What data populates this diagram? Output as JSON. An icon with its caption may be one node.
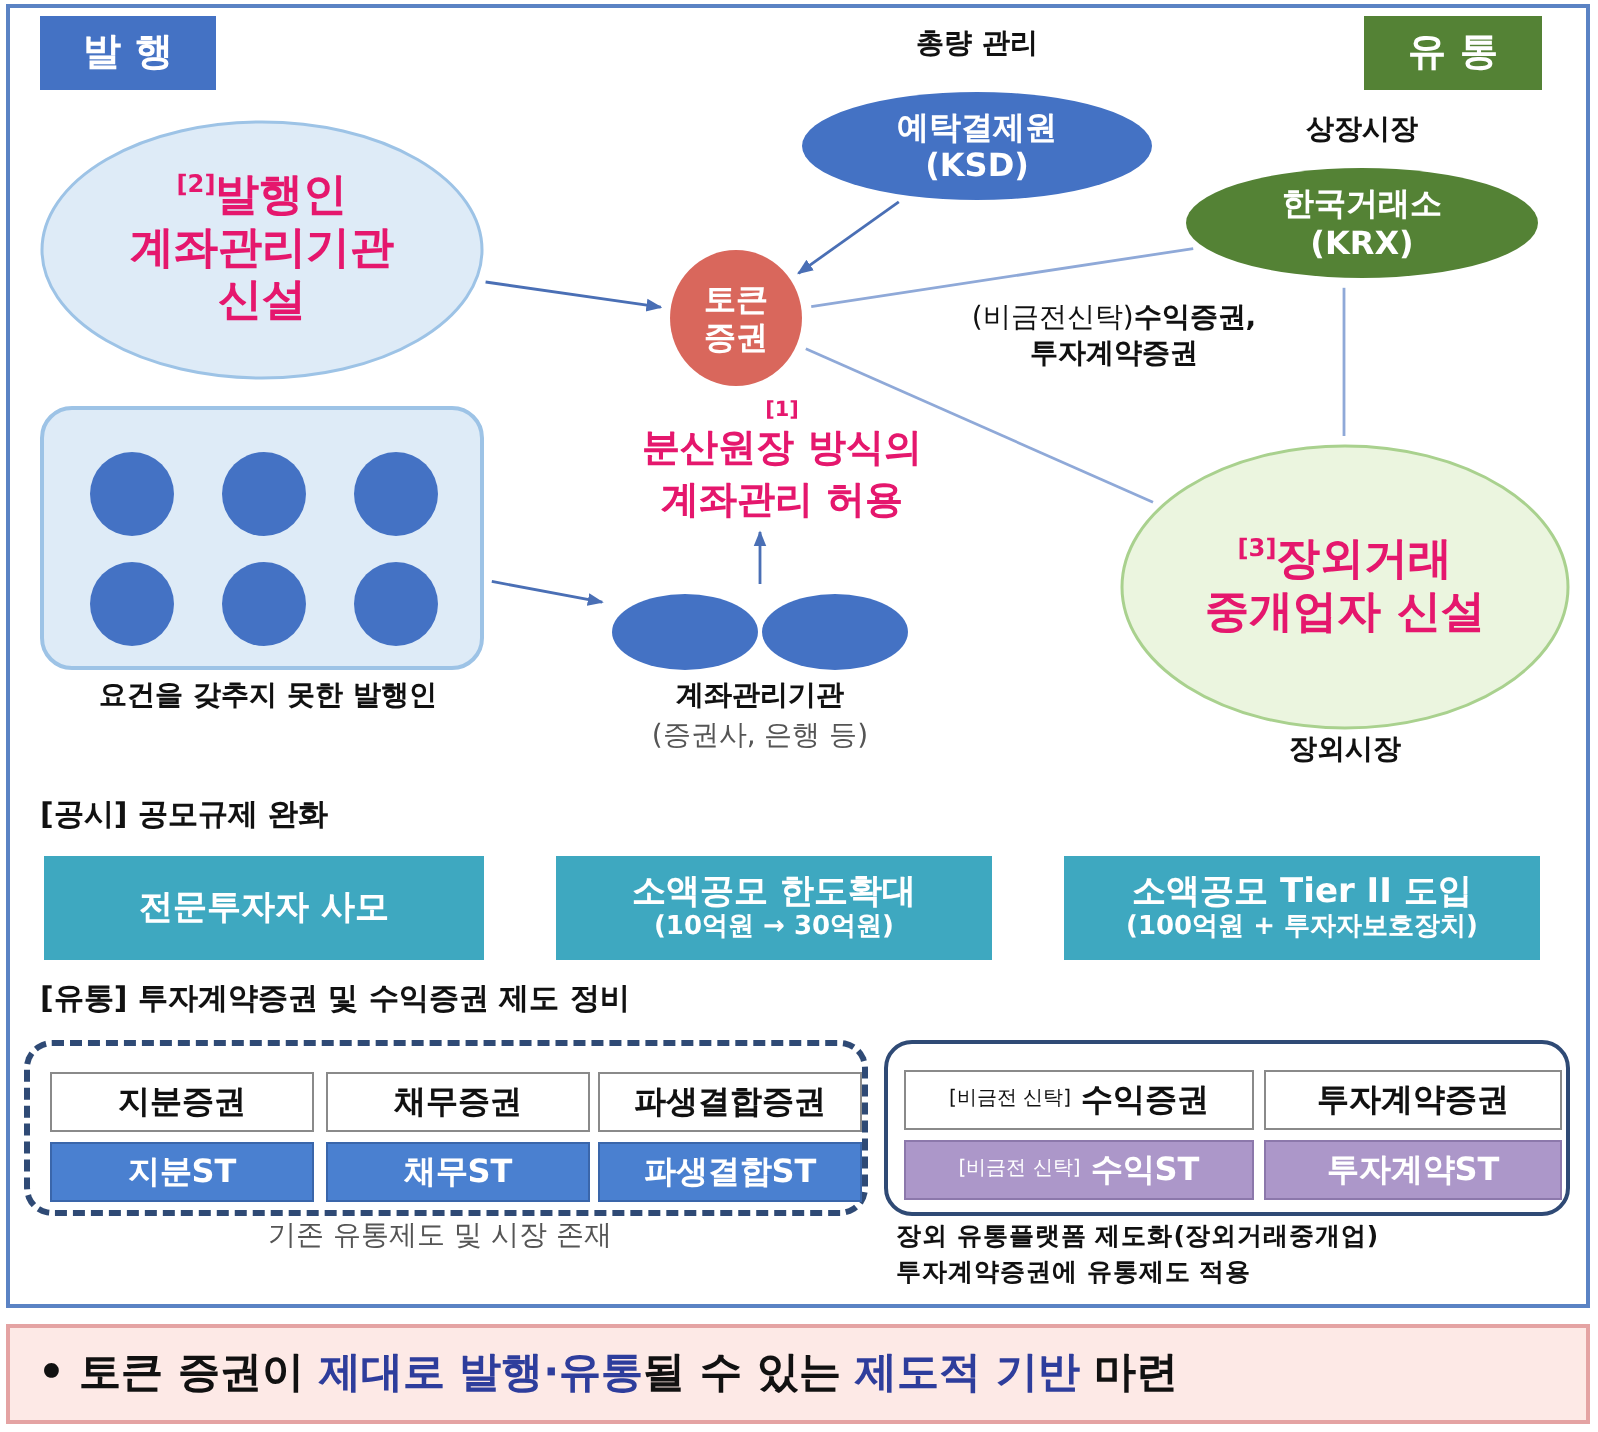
{
  "diagram": {
    "nodes": [
      {
        "text": [
          "발 행"
        ]
      },
      {
        "text": [
          "유 통"
        ]
      },
      {
        "text": [
          "$^{[2]}$발행인 계좌관리기관 신설"
        ]
      },
      {
        "text": [
          "예탁결제원 (KSD)"
        ],
        "beside": [
          "총량 관리"
        ]
      },
      {
        "text": [
          "한국거래소 (KRX)"
        ],
        "beside": [
          "상장시장"
        ]
      },
      {
        "text": [
          "토큰 증권"
        ]
      },
      {
        "text": [
          "$^{[1]}$분산원장 방식의 계좌관리 허용"
        ]
      },
      {
        "text": [],
        "shape": "box",
        "beside": [
          "요건을 갖추지 못한 발행인"
        ]
      },
      {
        "text": [],
        "shape": "circle",
        "in": 7
      },
      {
        "text": [],
        "shape": "circle",
        "in": 7
      },
      {
        "text": [],
        "shape": "circle",
        "in": 7
      },
      {
        "text": [],
        "shape": "circle",
        "in": 7
      },
      {
        "text": [],
        "shape": "circle",
        "in": 7
      },
      {
        "text": [],
        "shape": "circle",
        "in": 7
      },
      {
        "text": [],
        "shape": "circle",
        "beside": [
          "계좌관리기관",
          "(증권사, 은행 등)"
        ]
      },
      {
        "text": [
          "$^{[3]}$장외거래 중개업자 신설"
        ],
        "beside": [
          "장외시장"
        ]
      },
      {
        "text": [
          "전문투자자 사모"
        ]
      },
      {
        "text": [
          "소액공모 한도확대",
          "(10억원 → 30억원)"
        ]
      },
      {
        "text": [
          "소액공모 Tier II 도입",
          "(100억원 + 투자자보호장치)"
        ]
      },
      {
        "text": [],
        "shape": "box",
        "beside": [
          "기존 유통제도 및 시장 존재"
        ]
      },
      {
        "text": [
          "지분증권"
        ],
        "in": 19
      },
      {
        "text": [
          "채무증권"
        ],
        "in": 19
      },
      {
        "text": [
          "파생결합증권"
        ],
        "in": 19
      },
      {
        "text": [
          "지분ST"
        ],
        "in": 19
      },
      {
        "text": [
          "채무ST"
        ],
        "in": 19
      },
      {
        "text": [
          "파생결합ST"
        ],
        "in": 19
      },
      {
        "text": [],
        "shape": "box",
        "beside": [
          "장외 유통플랫폼 제도화(장외거래중개업)",
          "투자계약증권에 유통제도 적용"
        ]
      },
      {
        "text": [
          "[비금전 신탁]",
          "수익증권"
        ],
        "in": 26
      },
      {
        "text": [
          "투자계약증권"
        ],
        "in": 26
      },
      {
        "text": [
          "[비금전 신탁]",
          "수익ST"
        ],
        "in": 26
      },
      {
        "text": [
          "투자계약ST"
        ],
        "in": 26
      },
      {
        "text": [
          "• 토큰 증권이 **제대로 발행·유통**될 수 있는 **제도적 기반** 마련"
        ]
      }
    ],
    "edges": [
      {
        "from": 2,
        "to": 5,
        "arrow": "to"
      },
      {
        "from": 3,
        "to": 5,
        "arrow": "to"
      },
      {
        "from": 5,
        "to": 4,
        "arrow": "none"
      },
      {
        "from": 5,
        "to": 15,
        "arrow": "none"
      },
      {
        "from": 4,
        "to": 15,
        "arrow": "none"
      },
      {
        "from": 7,
        "to": 14,
        "arrow": "to"
      },
      {
        "from": 14,
        "to": 6,
        "arrow": "to"
      }
    ],
    "labels": [
      "(비금전신탁)**수익증권, 투자계약증권**",
      "[공시] 공모규제 완화",
      "[유통] 투자계약증권 및 수익증권 제도 정비"
    ]
  }
}
